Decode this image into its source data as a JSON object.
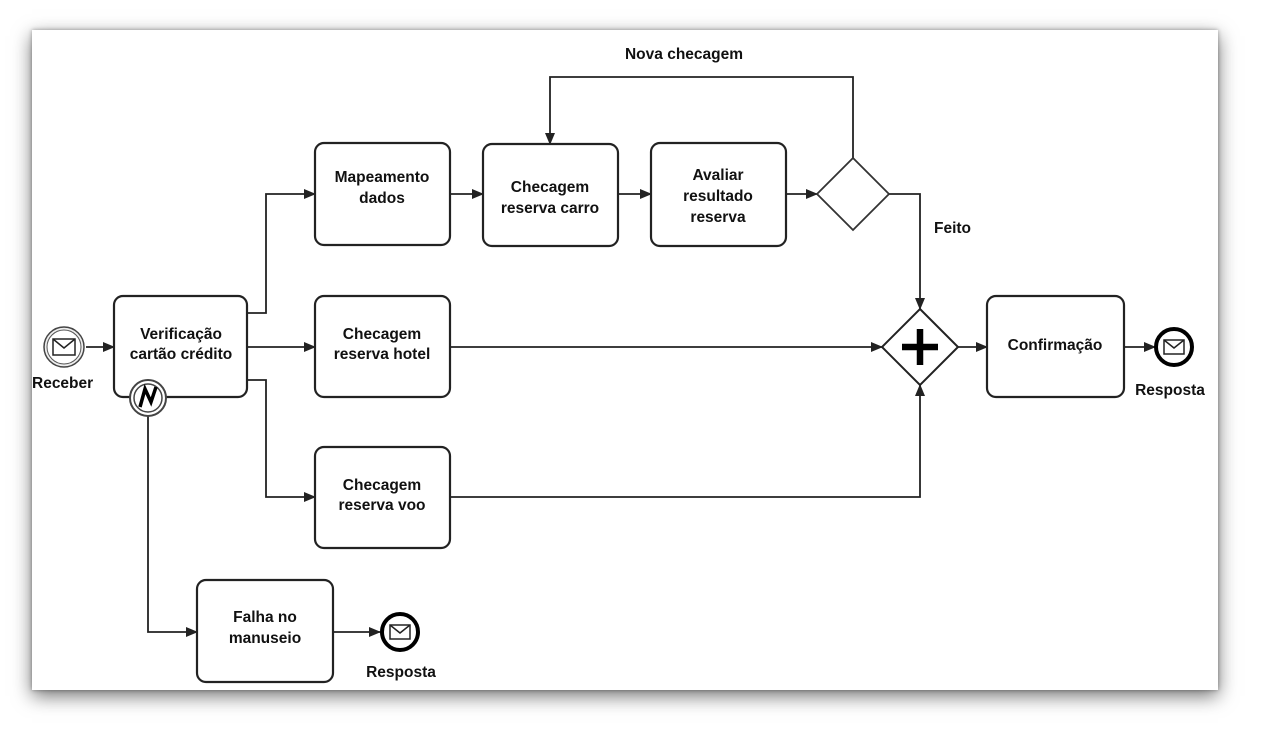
{
  "diagram": {
    "start_event": {
      "label": "Receber"
    },
    "tasks": {
      "verificacao": [
        "Verificação",
        "cartão crédito"
      ],
      "mapeamento": [
        "Mapeamento",
        "dados"
      ],
      "checagem_carro": [
        "Checagem",
        "reserva carro"
      ],
      "avaliar": [
        "Avaliar",
        "resultado",
        "reserva"
      ],
      "checagem_hotel": [
        "Checagem",
        "reserva hotel"
      ],
      "checagem_voo": [
        "Checagem",
        "reserva voo"
      ],
      "confirmacao": [
        "Confirmação"
      ],
      "falha": [
        "Falha no",
        "manuseio"
      ]
    },
    "end_events": {
      "resposta_main": "Resposta",
      "resposta_error": "Resposta"
    },
    "flow_labels": {
      "loop": "Nova checagem",
      "done": "Feito"
    }
  }
}
